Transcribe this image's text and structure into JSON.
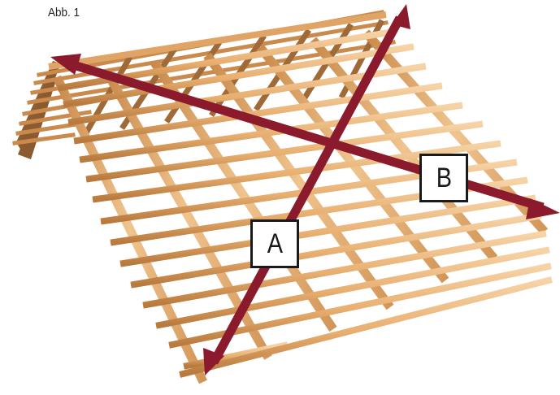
{
  "figure_label": "Abb. 1",
  "arrows": [
    {
      "id": "A",
      "label": "A",
      "color": "#8b1a2c"
    },
    {
      "id": "B",
      "label": "B",
      "color": "#8b1a2c"
    }
  ],
  "colors": {
    "wood_light": "#f2c58f",
    "wood_mid": "#e3a868",
    "wood_dark": "#b97a3e",
    "arrow": "#8b1a2c"
  }
}
